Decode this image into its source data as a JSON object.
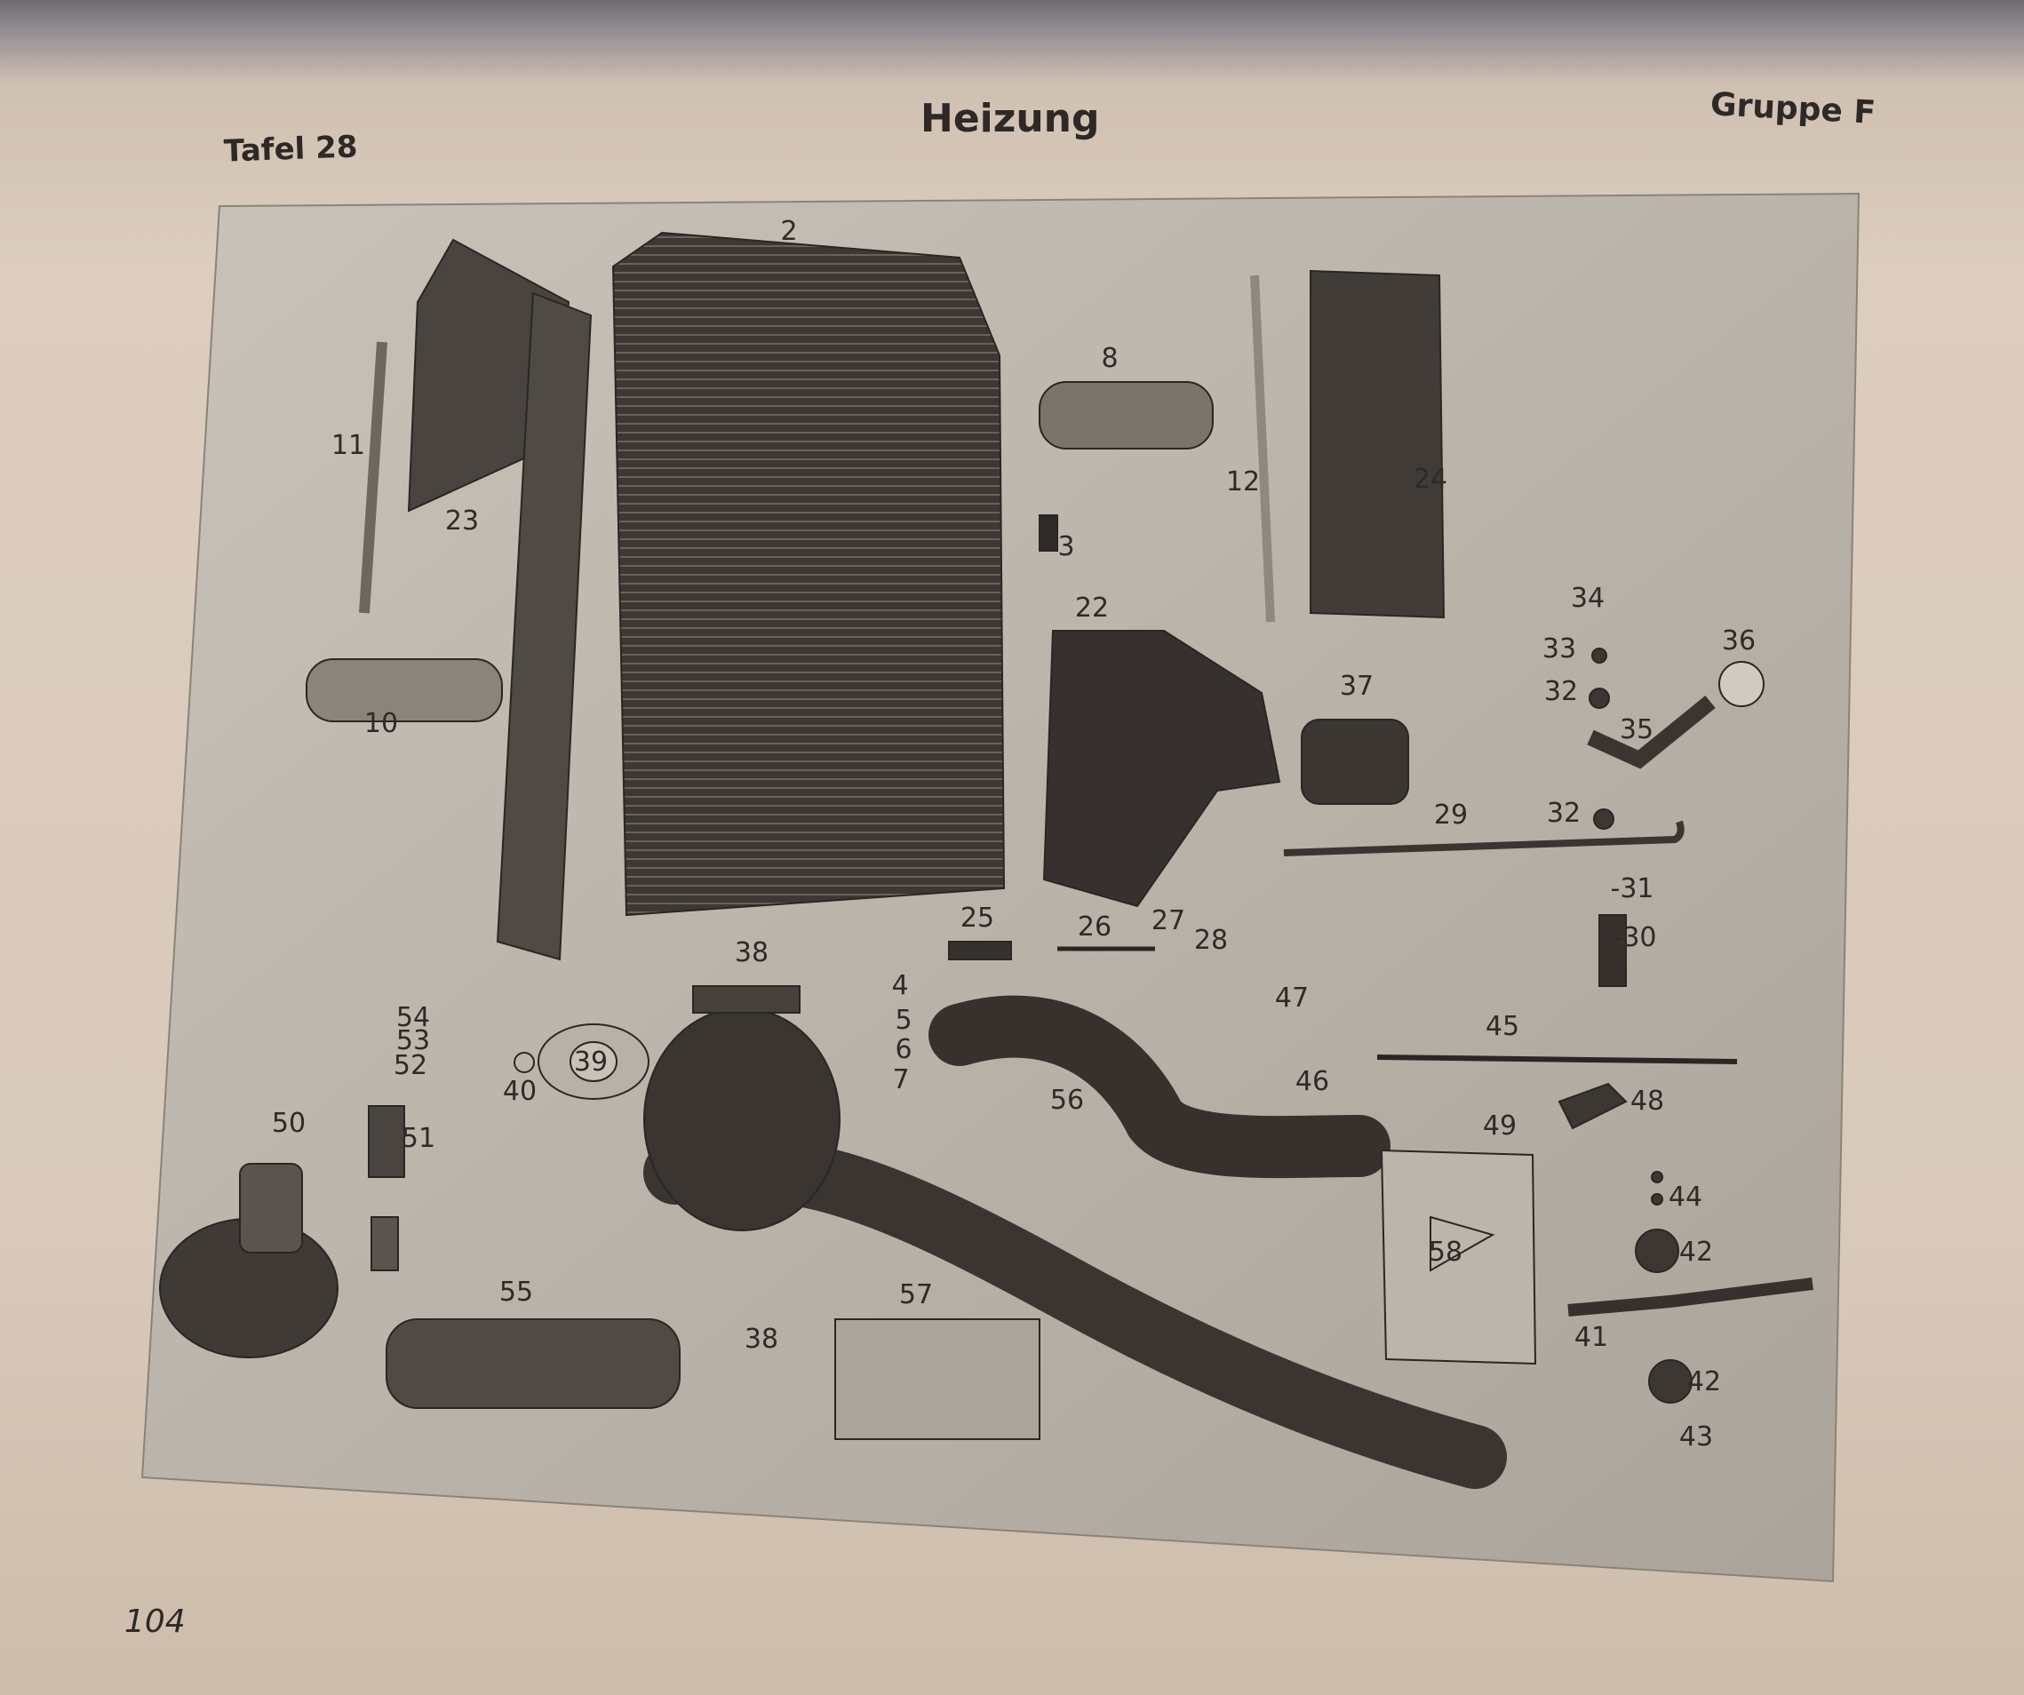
{
  "header": {
    "tafel": "Tafel 28",
    "title": "Heizung",
    "gruppe": "Gruppe F"
  },
  "page_number": "104",
  "callouts": [
    "2",
    "8",
    "11",
    "23",
    "12",
    "24",
    "3",
    "34",
    "33",
    "22",
    "36",
    "10",
    "37",
    "32",
    "35",
    "29",
    "32",
    "-31",
    "-30",
    "25",
    "26",
    "27",
    "28",
    "38",
    "4",
    "47",
    "45",
    "54",
    "53",
    "52",
    "5",
    "6",
    "7",
    "39",
    "40",
    "46",
    "56",
    "48",
    "49",
    "50",
    "51",
    "44",
    "58",
    "42",
    "55",
    "57",
    "38",
    "41",
    "42",
    "43"
  ],
  "colors": {
    "paper": "#dccdbf",
    "photo": "#bdb6ac",
    "part": "#3a3632",
    "ink": "#2e2926"
  }
}
